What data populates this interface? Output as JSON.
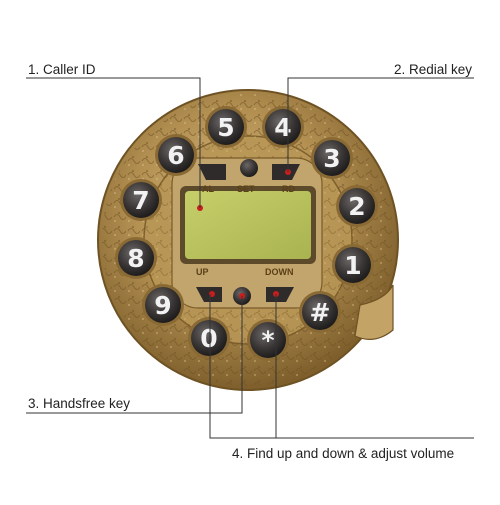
{
  "callouts": {
    "caller_id": "1. Caller ID",
    "redial_key": "2. Redial key",
    "handsfree_key": "3. Handsfree key",
    "up_down": "4. Find up and down & adjust volume"
  },
  "dial_keys": [
    "5",
    "4",
    "6",
    "3",
    "7",
    "2",
    "8",
    "1",
    "9",
    "#",
    "0",
    "*"
  ],
  "small_keys": {
    "left": "AL",
    "middle": "SET",
    "right": "RD",
    "up": "UP",
    "down": "DOWN"
  },
  "colors": {
    "brass": "#b08d50",
    "key": "#3e3a3a",
    "lcd": "#b9c45c",
    "indicator": "#c81e1e"
  }
}
